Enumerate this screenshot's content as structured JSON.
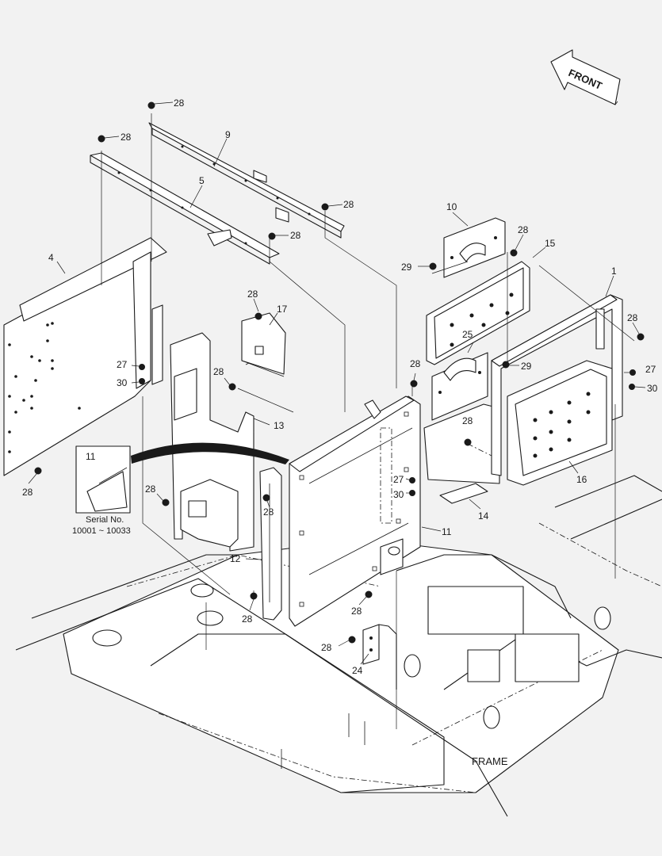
{
  "callouts": {
    "c1": "1",
    "c4": "4",
    "c5": "5",
    "c9": "9",
    "c10": "10",
    "c11": "11",
    "c11b": "11",
    "c12": "12",
    "c13": "13",
    "c14": "14",
    "c15": "15",
    "c16": "16",
    "c17": "17",
    "c24": "24",
    "c25": "25",
    "c27a": "27",
    "c27b": "27",
    "c27c": "27",
    "c28a": "28",
    "c28b": "28",
    "c28c": "28",
    "c28d": "28",
    "c28e": "28",
    "c28f": "28",
    "c28g": "28",
    "c28h": "28",
    "c28i": "28",
    "c28j": "28",
    "c28k": "28",
    "c28l": "28",
    "c28m": "28",
    "c28n": "28",
    "c28o": "28",
    "c28p": "28",
    "c29a": "29",
    "c29b": "29",
    "c30a": "30",
    "c30b": "30",
    "c30c": "30"
  },
  "labels": {
    "front": "FRONT",
    "frame": "FRAME",
    "serial_title": "Serial No.",
    "serial_range": "10001 ~ 10033"
  }
}
